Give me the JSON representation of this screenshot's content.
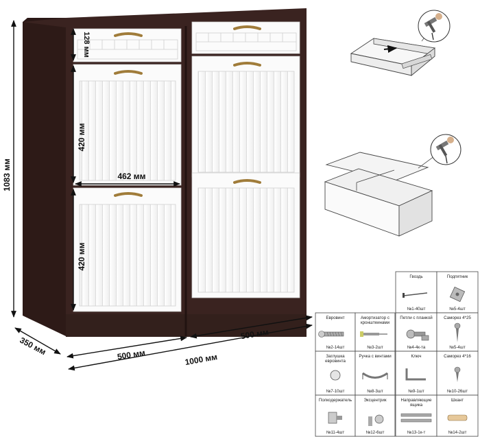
{
  "dimensions": {
    "height_total": "1083 мм",
    "depth": "350 мм",
    "width_total": "1000 мм",
    "section_left": "500 мм",
    "section_right": "500 мм",
    "drawer_height": "128 мм",
    "door_upper": "420 мм",
    "door_lower": "420 мм",
    "inner_width": "462 мм"
  },
  "parts": [
    {
      "name": "Гвоздь",
      "count": "№1-40шт",
      "icon": "nail-icon"
    },
    {
      "name": "Подпятник",
      "count": "№5-4шт",
      "icon": "foot-pad-icon"
    },
    {
      "name": "Евровинт",
      "count": "№2-14шт",
      "icon": "euroscrew-icon"
    },
    {
      "name": "Амортизатор с кронштеинами",
      "count": "№3-2шт",
      "icon": "shock-absorber-icon"
    },
    {
      "name": "Петли с планкой",
      "count": "№4-4к-та",
      "icon": "hinge-icon"
    },
    {
      "name": "Саморез 4*25",
      "count": "№5-4шт",
      "icon": "screw-icon"
    },
    {
      "name": "Заглушка евровинта",
      "count": "№7-10шт",
      "icon": "cap-icon"
    },
    {
      "name": "Ручка с винтами",
      "count": "№8-3шт",
      "icon": "handle-icon"
    },
    {
      "name": "Ключ",
      "count": "№9-1шт",
      "icon": "hex-key-icon"
    },
    {
      "name": "Саморез 4*16",
      "count": "№10-26шт",
      "icon": "small-screw-icon"
    },
    {
      "name": "Полкодержатель",
      "count": "№11-4шт",
      "icon": "shelf-support-icon"
    },
    {
      "name": "Эксцентрик",
      "count": "№12-6шт",
      "icon": "eccentric-icon"
    },
    {
      "name": "Направляющие ящика",
      "count": "№13-1к-т",
      "icon": "drawer-rail-icon"
    },
    {
      "name": "Шкант",
      "count": "№14-2шт",
      "icon": "dowel-icon"
    }
  ],
  "colors": {
    "frame": "#3a2320",
    "frame_side": "#2a1816",
    "door": "#fbfbfb",
    "handle": "#a07c3a"
  }
}
